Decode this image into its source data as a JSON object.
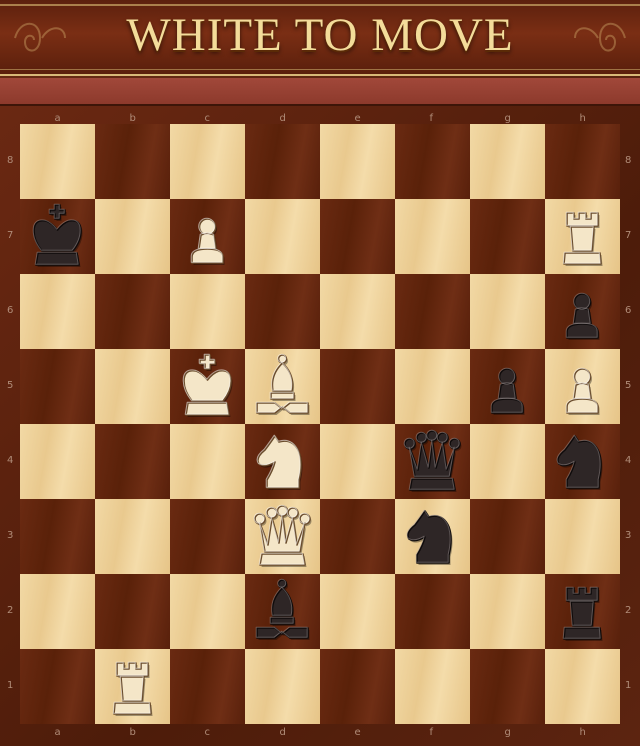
{
  "header": {
    "title": "WHITE TO MOVE"
  },
  "board": {
    "files": [
      "a",
      "b",
      "c",
      "d",
      "e",
      "f",
      "g",
      "h"
    ],
    "ranks": [
      "8",
      "7",
      "6",
      "5",
      "4",
      "3",
      "2",
      "1"
    ],
    "pieces": [
      {
        "square": "a7",
        "color": "black",
        "type": "king"
      },
      {
        "square": "c7",
        "color": "white",
        "type": "pawn"
      },
      {
        "square": "h7",
        "color": "white",
        "type": "rook"
      },
      {
        "square": "h6",
        "color": "black",
        "type": "pawn"
      },
      {
        "square": "c5",
        "color": "white",
        "type": "king"
      },
      {
        "square": "d5",
        "color": "white",
        "type": "bishop"
      },
      {
        "square": "g5",
        "color": "black",
        "type": "pawn"
      },
      {
        "square": "h5",
        "color": "white",
        "type": "pawn"
      },
      {
        "square": "d4",
        "color": "white",
        "type": "knight"
      },
      {
        "square": "f4",
        "color": "black",
        "type": "queen"
      },
      {
        "square": "h4",
        "color": "black",
        "type": "knight"
      },
      {
        "square": "d3",
        "color": "white",
        "type": "queen"
      },
      {
        "square": "f3",
        "color": "black",
        "type": "knight"
      },
      {
        "square": "d2",
        "color": "black",
        "type": "bishop"
      },
      {
        "square": "h2",
        "color": "black",
        "type": "rook"
      },
      {
        "square": "b1",
        "color": "white",
        "type": "rook"
      }
    ]
  },
  "colors": {
    "light_square": "#f0d6a0",
    "dark_square": "#62250e",
    "white_piece": "#f4e6c8",
    "black_piece": "#2e2626",
    "title": "#f3dc9a"
  }
}
